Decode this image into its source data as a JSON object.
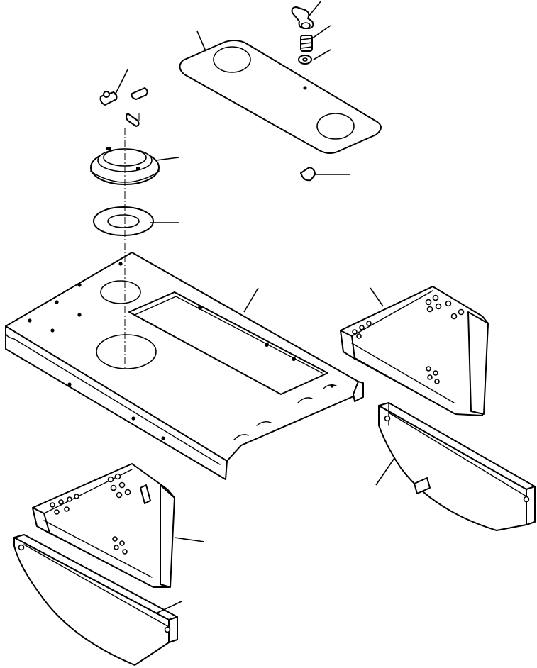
{
  "diagram": {
    "type": "exploded-parts-view",
    "line_color": "#000000",
    "background": "#ffffff",
    "parts": [
      "top-cover-plate",
      "knob-fastener",
      "spring",
      "washer",
      "retaining-clip",
      "pin-fasteners",
      "mount-ring",
      "flat-gasket",
      "main-deck-plate",
      "right-side-bracket",
      "right-side-guard",
      "left-side-bracket",
      "left-side-guard"
    ],
    "callouts": []
  }
}
